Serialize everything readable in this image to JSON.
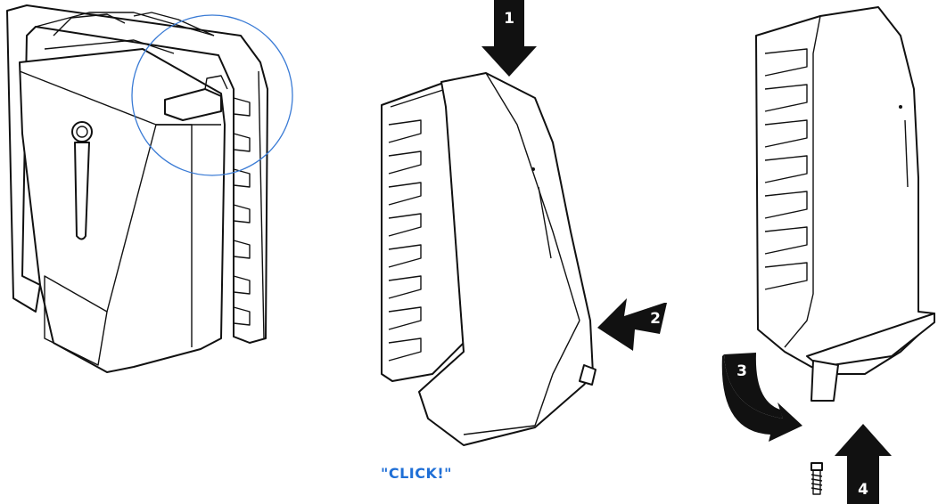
{
  "steps": {
    "step1": "1",
    "step2": "2",
    "step3": "3",
    "step4": "4"
  },
  "callout": {
    "click_text": "\"CLICK!\""
  },
  "colors": {
    "line": "#111111",
    "accent": "#1f6fd6",
    "zoom_circle": "#3a7bd5"
  }
}
